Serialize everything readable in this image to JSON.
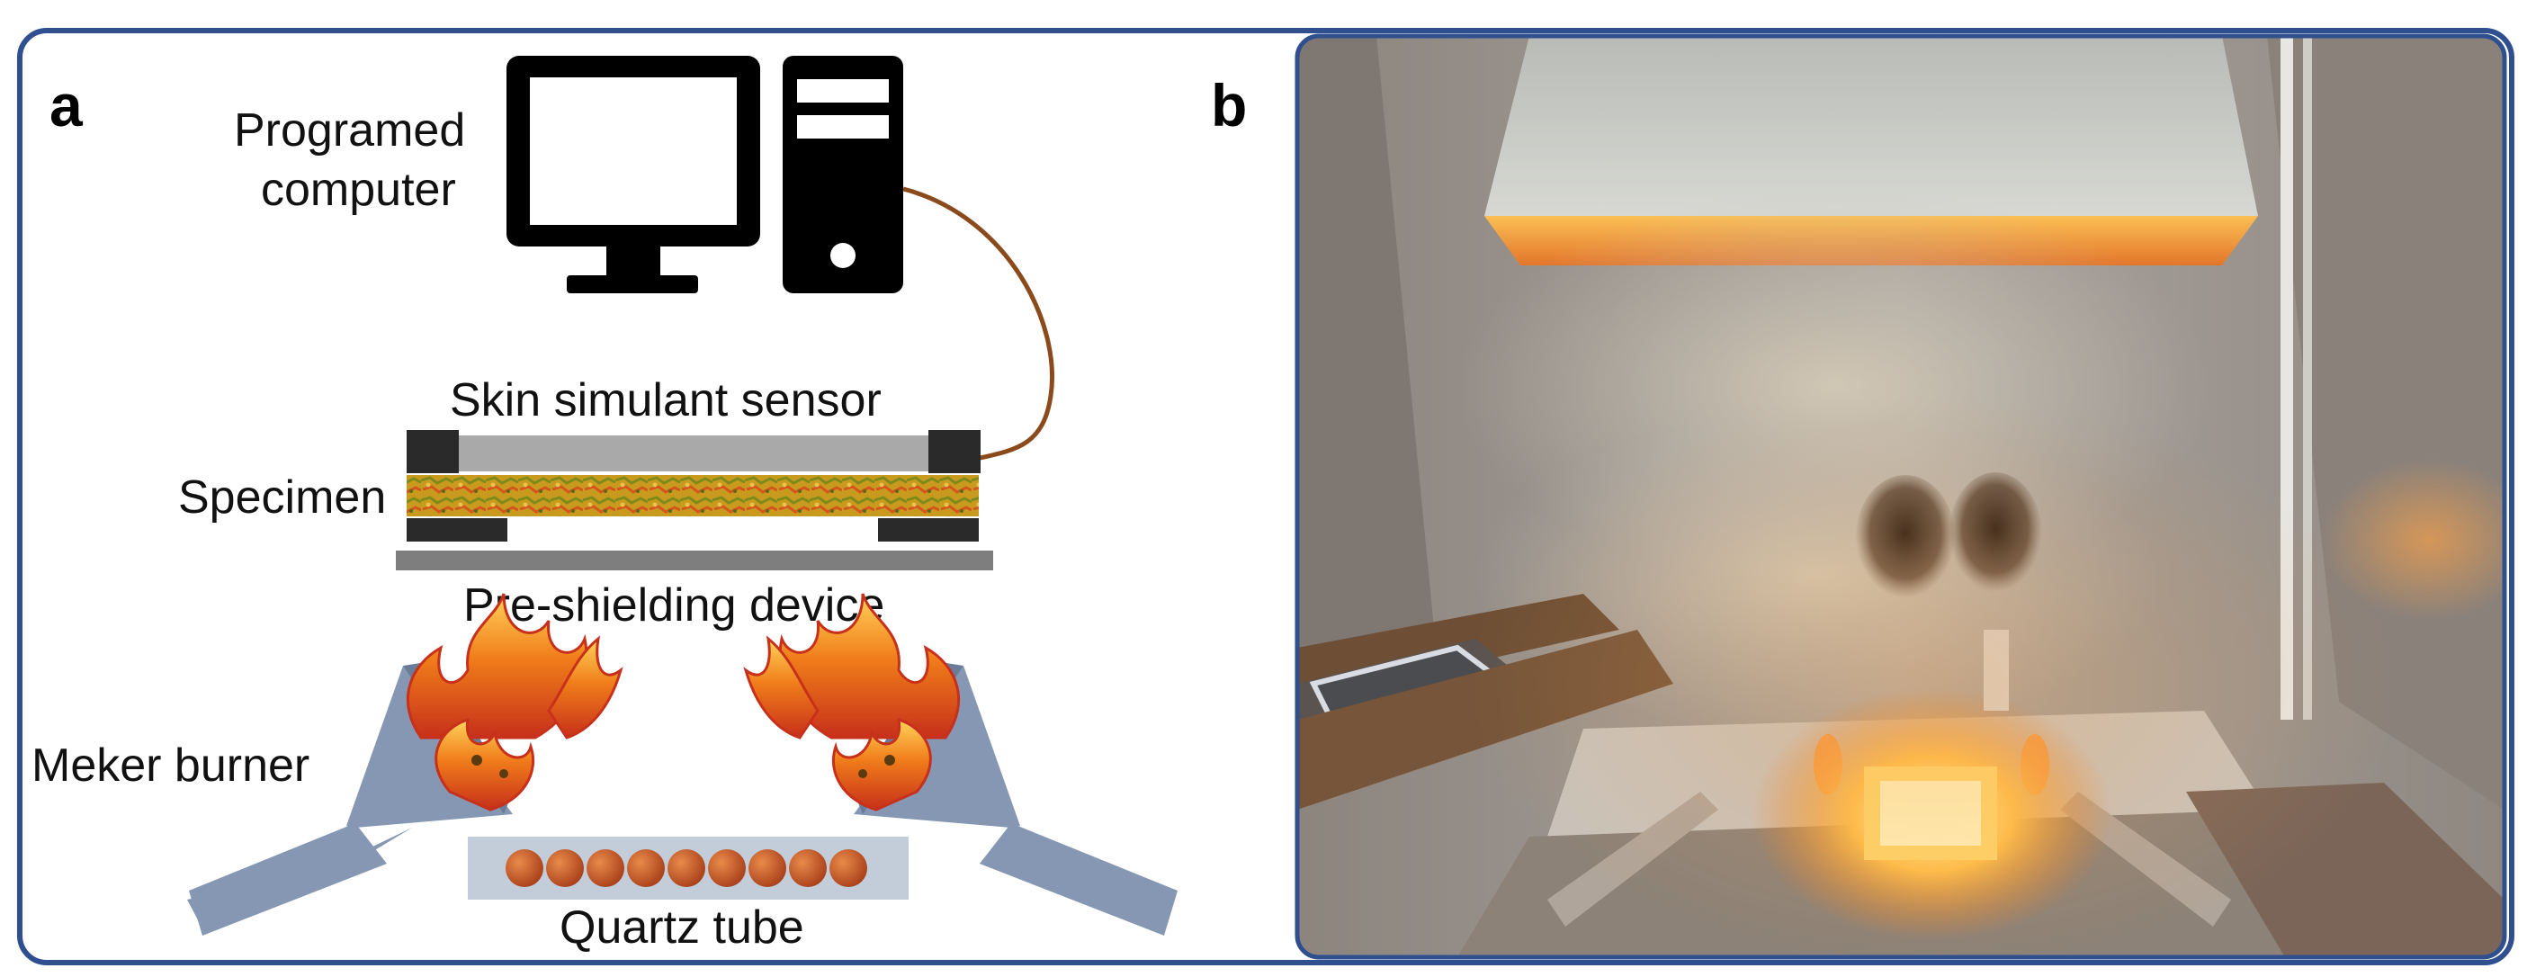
{
  "panels": {
    "a": {
      "letter": "a",
      "labels": {
        "computer_line1": "Programed",
        "computer_line2": "computer",
        "sensor": "Skin simulant sensor",
        "specimen": "Specimen",
        "preshield": "Pre-shielding device",
        "burner": "Meker burner",
        "tube": "Quartz tube"
      },
      "colors": {
        "frame": "#2f4f8f",
        "icon": "#000000",
        "cable": "#8a4a1c",
        "sensor_plate": "#a9a9a9",
        "clamp": "#2a2a2a",
        "specimen": "#c89a1e",
        "burner": "#8597b3",
        "tube": "#c3ccd9",
        "ball": "#c4531f",
        "flame": "#ef7a1a"
      }
    },
    "b": {
      "letter": "b",
      "colors": {
        "hood": "#c4c7c2",
        "hood_glow": "#f09a35",
        "wall": "#9a9590",
        "hot_spot": "#ffe38a"
      }
    }
  }
}
